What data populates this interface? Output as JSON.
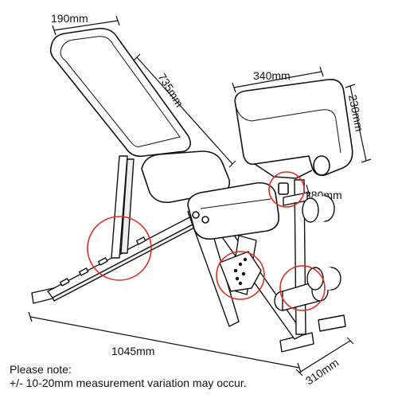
{
  "dimensions": {
    "backrest_width": "190mm",
    "backrest_length": "735mm",
    "pad_width": "340mm",
    "pad_height": "230mm",
    "seat_height": "280mm",
    "total_length": "1045mm",
    "base_width": "310mm"
  },
  "note": {
    "line1": "Please note:",
    "line2": "+/- 10-20mm measurement variation may occur."
  },
  "colors": {
    "line": "#111111",
    "highlight": "#d9312b"
  }
}
